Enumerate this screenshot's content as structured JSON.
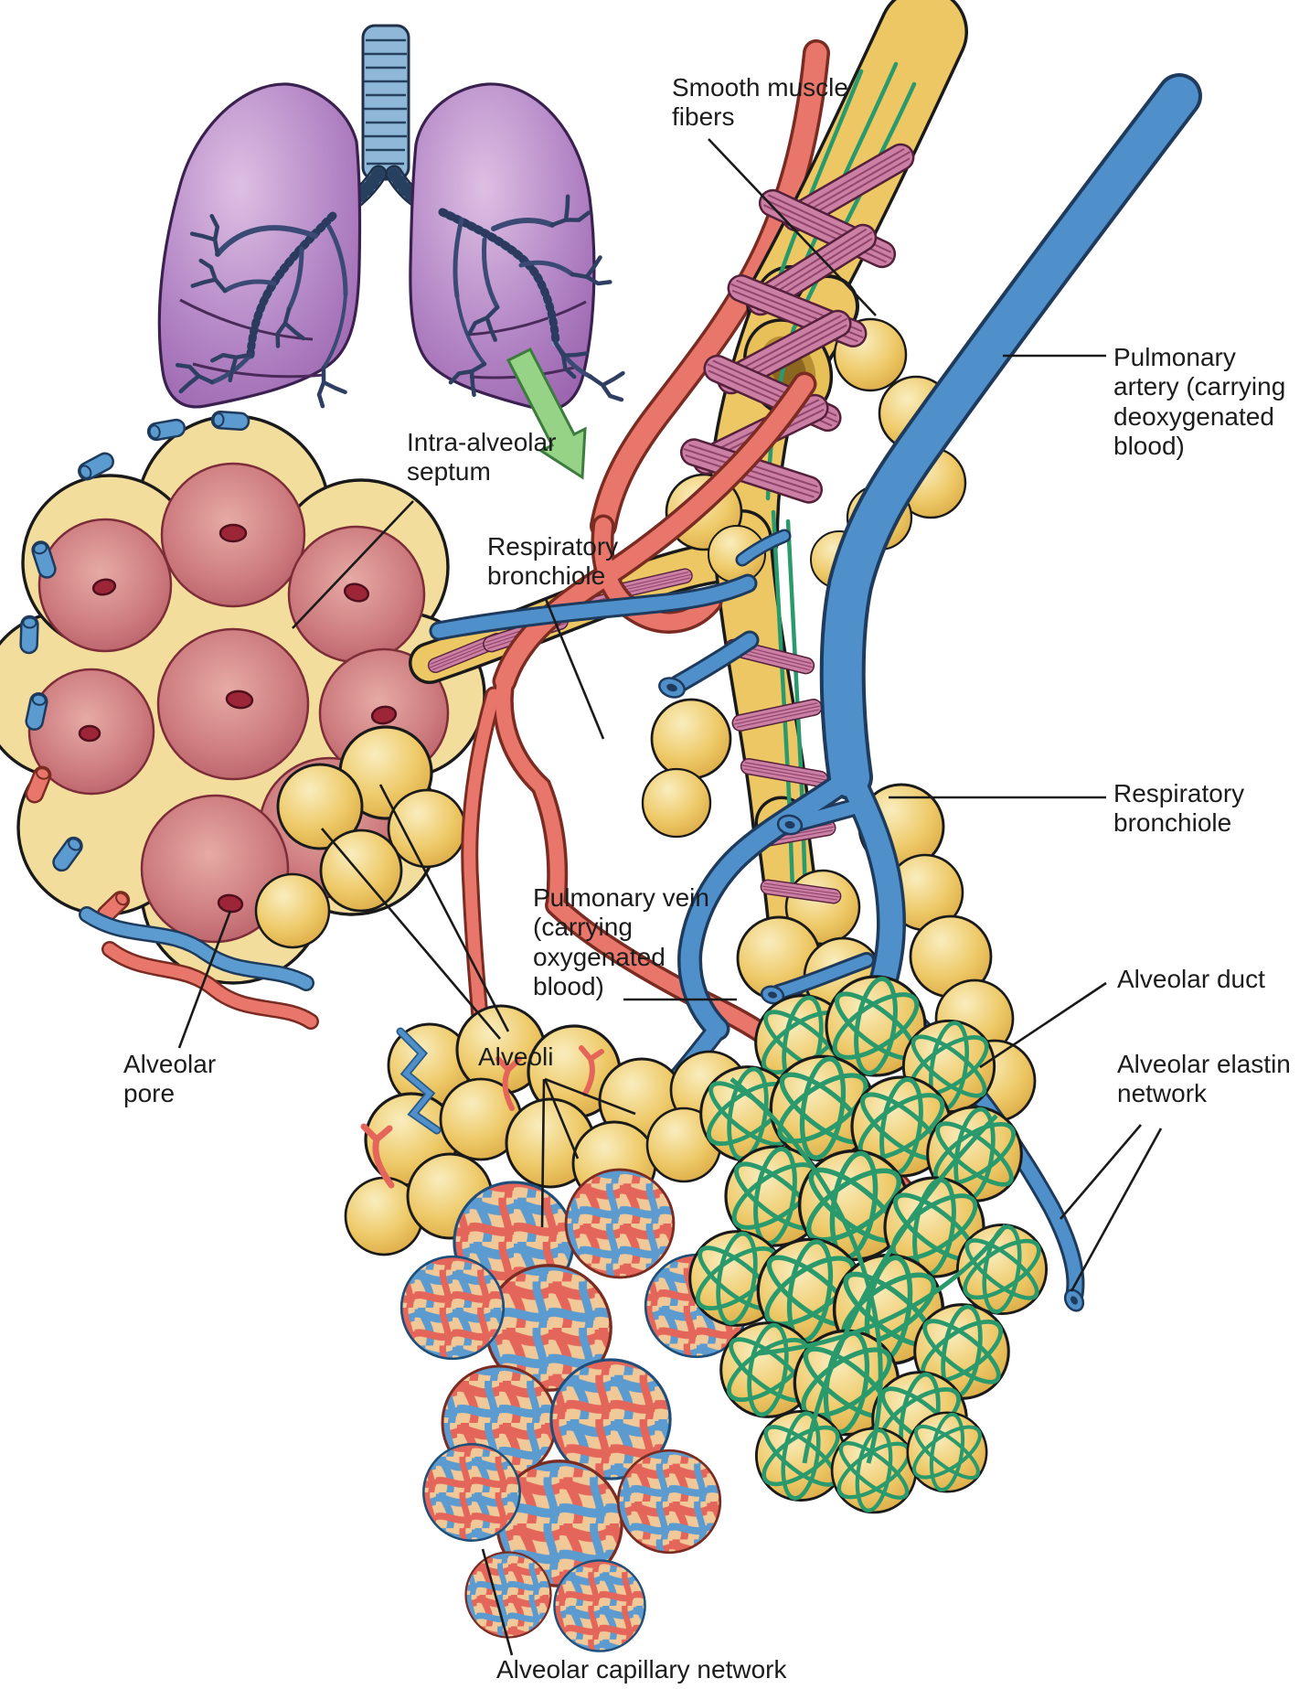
{
  "figure": {
    "labels": {
      "smooth_muscle_fibers": "Smooth muscle\nfibers",
      "pulmonary_artery": "Pulmonary\nartery (carrying\ndeoxygenated\nblood)",
      "intra_alveolar_septum": "Intra-alveolar\nseptum",
      "respiratory_bronchiole_left": "Respiratory\nbronchiole",
      "respiratory_bronchiole_right": "Respiratory\nbronchiole",
      "pulmonary_vein": "Pulmonary vein\n(carrying\noxygenated\nblood)",
      "alveolar_duct": "Alveolar duct",
      "alveolar_elastin_network": "Alveolar elastin\nnetwork",
      "alveoli": "Alveoli",
      "alveolar_pore": "Alveolar\npore",
      "alveolar_capillary_network": "Alveolar capillary network"
    },
    "palette": {
      "lung_purple": "#b487c6",
      "airway_blue": "#8fb8d8",
      "vessel_blue": "#4f8fca",
      "vessel_red": "#e8766a",
      "bronchiole_yellow": "#ecc763",
      "muscle_pink": "#cb7fa4",
      "elastin_green": "#2a9a6d",
      "alveolus_rose": "#cd7b7e",
      "arrow_green": "#97d387",
      "outline_black": "#1a1a1a",
      "background": "#ffffff"
    }
  }
}
